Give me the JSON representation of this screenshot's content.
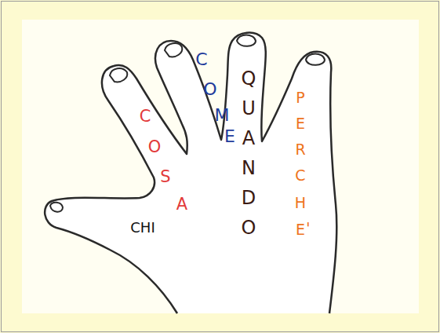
{
  "diagram": {
    "labels": [
      "CHI",
      "COSA",
      "COME",
      "QUANDO",
      "PERCHE'"
    ]
  }
}
